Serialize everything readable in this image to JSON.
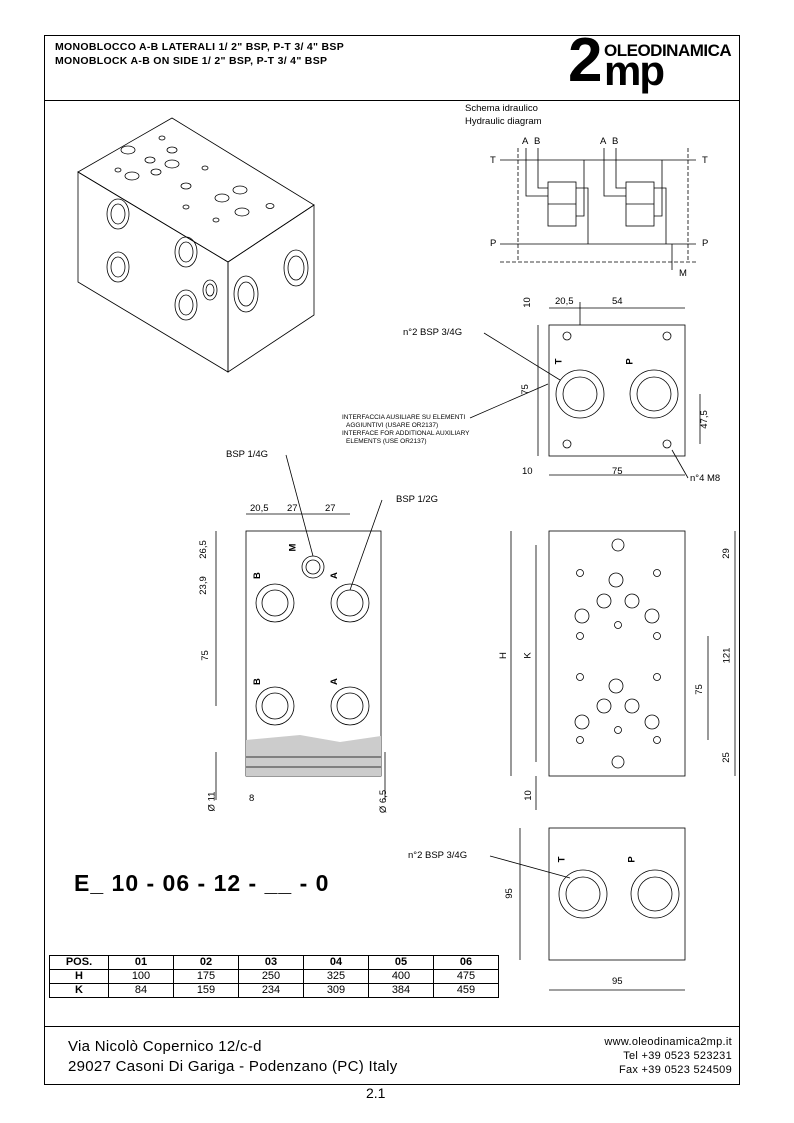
{
  "header": {
    "title_it": "MONOBLOCCO A-B LATERALI 1/ 2\" BSP, P-T 3/ 4\" BSP",
    "title_en": "MONOBLOCK A-B ON SIDE 1/ 2\" BSP, P-T 3/ 4\" BSP",
    "logo_number": "2",
    "logo_word": "OLEODINAMICA",
    "logo_mp": "mp"
  },
  "hydraulic": {
    "title_it": "Schema idraulico",
    "title_en": "Hydraulic diagram",
    "labels": {
      "a1": "A",
      "b1": "B",
      "a2": "A",
      "b2": "B",
      "t_left": "T",
      "t_right": "T",
      "p_left": "P",
      "p_right": "P",
      "m": "M"
    }
  },
  "top_view": {
    "dims": {
      "d1": "20,5",
      "d2": "54",
      "d3": "10",
      "d4": "75",
      "d5": "47,5",
      "d6": "10",
      "d7": "75"
    },
    "port_note": "n°2 BSP 3/4G",
    "bolt_note": "n°4 M8",
    "interface_note": [
      "INTERFACCIA AUSILIARE SU ELEMENTI",
      "AGGIUNTIVI (USARE OR2137)",
      "INTERFACE FOR ADDITIONAL AUXILIARY",
      "ELEMENTS (USE OR2137)"
    ],
    "port_t": "T",
    "port_p": "P"
  },
  "side_view": {
    "bsp14": "BSP 1/4G",
    "bsp12": "BSP 1/2G",
    "dims": {
      "w1": "20,5",
      "w2": "27",
      "w3": "27",
      "h1": "26,5",
      "h2": "23,9",
      "h3": "75",
      "dia11": "Ø 11",
      "dim8": "8",
      "dia65": "Ø 6,5"
    },
    "ports": {
      "m": "M",
      "b1": "B",
      "a1": "A",
      "b2": "B",
      "a2": "A"
    }
  },
  "front_view": {
    "dims": {
      "h": "H",
      "k": "K",
      "d29": "29",
      "d121": "121",
      "d75": "75",
      "d25": "25",
      "d10": "10"
    }
  },
  "end_view": {
    "note": "n°2 BSP 3/4G",
    "d95v": "95",
    "d95h": "95",
    "port_t": "T",
    "port_p": "P"
  },
  "code": "E_ 10 - 06 - 12 - __ - 0",
  "table": {
    "columns": [
      "POS.",
      "01",
      "02",
      "03",
      "04",
      "05",
      "06"
    ],
    "rows": [
      {
        "label": "H",
        "values": [
          "100",
          "175",
          "250",
          "325",
          "400",
          "475"
        ]
      },
      {
        "label": "K",
        "values": [
          "84",
          "159",
          "234",
          "309",
          "384",
          "459"
        ]
      }
    ]
  },
  "footer": {
    "address1": "Via Nicolò Copernico 12/c-d",
    "address2": "29027 Casoni Di Gariga - Podenzano (PC) Italy",
    "web": "www.oleodinamica2mp.it",
    "tel": "Tel +39 0523 523231",
    "fax": "Fax +39 0523 524509",
    "page": "2.1"
  }
}
